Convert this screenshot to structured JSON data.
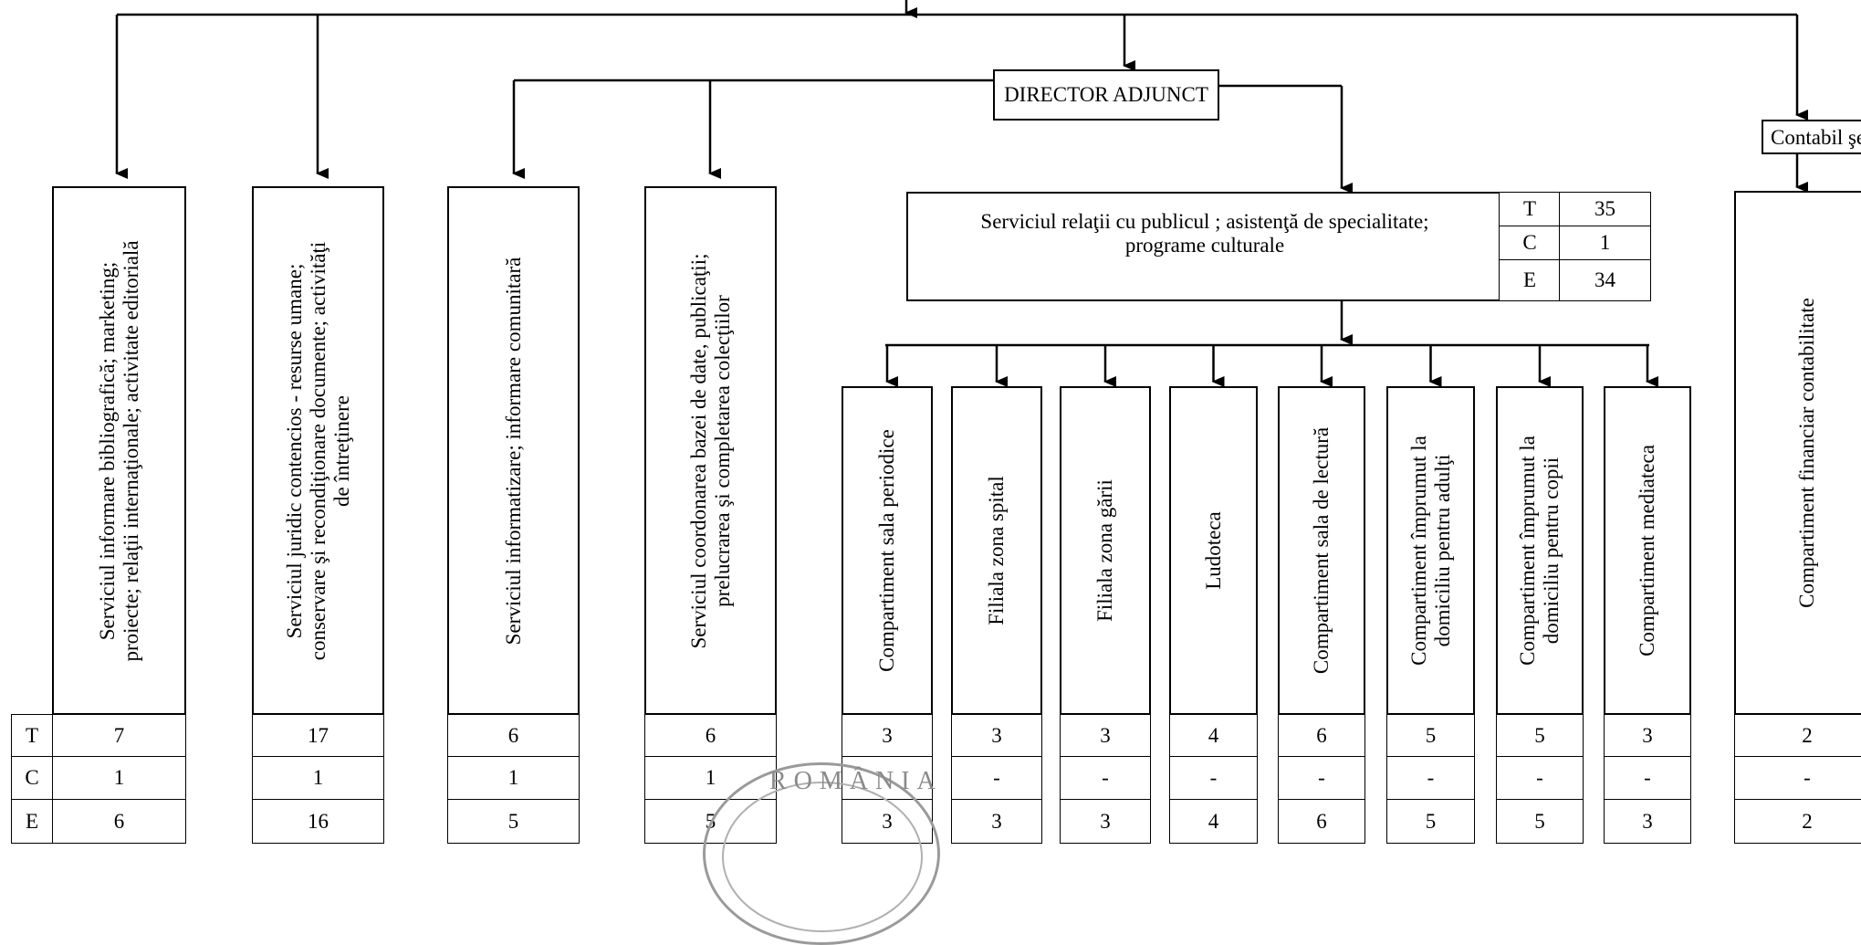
{
  "director_adjunct": "DIRECTOR  ADJUNCT",
  "chief_accountant": "Contabil şef",
  "public_service": {
    "name": "Serviciul relaţii cu publicul ; asistenţă de specialitate;\nprograme culturale",
    "T": "35",
    "C": "1",
    "E": "34"
  },
  "row_labels": [
    "T",
    "C",
    "E"
  ],
  "left_services": [
    {
      "name": "Serviciul informare bibliografică; marketing;\nproiecte; relaţii internaţionale; activitate editorială",
      "T": "7",
      "C": "1",
      "E": "6"
    },
    {
      "name": "Serviciul juridic contencios -  resurse umane;\nconservare şi recondiţionare documente; activităţi\nde întreţinere",
      "T": "17",
      "C": "1",
      "E": "16"
    },
    {
      "name": "Serviciul informatizare; informare comunitară",
      "T": "6",
      "C": "1",
      "E": "5"
    },
    {
      "name": "Serviciul coordonarea bazei de date,  publicaţii;\nprelucrarea şi completarea colecţiilor",
      "T": "6",
      "C": "1",
      "E": "5"
    }
  ],
  "sub_units": [
    {
      "name": "Compartiment sala  periodice",
      "T": "3",
      "C": "-",
      "E": "3"
    },
    {
      "name": "Filiala zona spital",
      "T": "3",
      "C": "-",
      "E": "3"
    },
    {
      "name": "Filiala zona gării",
      "T": "3",
      "C": "-",
      "E": "3"
    },
    {
      "name": "Ludoteca",
      "T": "4",
      "C": "-",
      "E": "4"
    },
    {
      "name": "Compartiment sala de lectură",
      "T": "6",
      "C": "-",
      "E": "6"
    },
    {
      "name": "Compartiment împrumut la\ndomiciliu pentru adulţi",
      "T": "5",
      "C": "-",
      "E": "5"
    },
    {
      "name": "Compartiment împrumut la\ndomiciliu pentru copii",
      "T": "5",
      "C": "-",
      "E": "5"
    },
    {
      "name": "Compartiment  mediateca",
      "T": "3",
      "C": "-",
      "E": "3"
    }
  ],
  "accounting": {
    "name": "Compartiment  financiar contabilitate",
    "T": "2",
    "C": "-",
    "E": "2"
  },
  "stamp_text": "ROMÂNIA"
}
